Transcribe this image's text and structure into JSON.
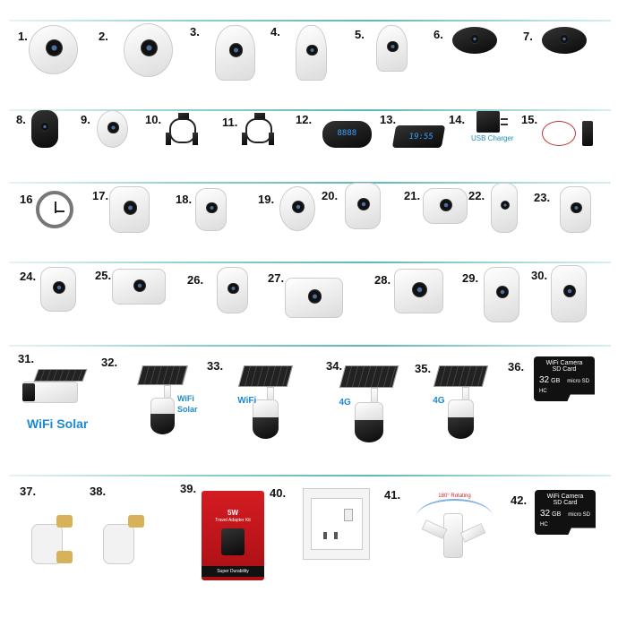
{
  "colors": {
    "separator": "#5fb8b8",
    "label_blue": "#1c8ad0",
    "box_red": "#c0161c"
  },
  "items": [
    {
      "num": "1.",
      "icon": "fisheye-ceiling-camera-icon"
    },
    {
      "num": "2.",
      "icon": "panoramic-ceiling-camera-icon"
    },
    {
      "num": "3.",
      "icon": "bulb-camera-icon"
    },
    {
      "num": "4.",
      "icon": "bulb-socket-camera-icon"
    },
    {
      "num": "5.",
      "icon": "bulb-ptz-camera-icon"
    },
    {
      "num": "6.",
      "icon": "mini-magnetic-camera-icon"
    },
    {
      "num": "7.",
      "icon": "mini-magnetic-camera-icon"
    },
    {
      "num": "8.",
      "icon": "mini-cube-camera-icon"
    },
    {
      "num": "9.",
      "icon": "mini-ring-camera-icon"
    },
    {
      "num": "10.",
      "icon": "cable-adapter-icon"
    },
    {
      "num": "11.",
      "icon": "cable-adapter-icon"
    },
    {
      "num": "12.",
      "icon": "alarm-clock-camera-icon",
      "text": "8888"
    },
    {
      "num": "13.",
      "icon": "desk-clock-camera-icon",
      "text": "19:55"
    },
    {
      "num": "14.",
      "icon": "usb-charger-icon",
      "text": "USB Charger"
    },
    {
      "num": "15.",
      "icon": "diy-module-camera-icon"
    },
    {
      "num": "16",
      "icon": "wall-clock-camera-icon"
    },
    {
      "num": "17.",
      "icon": "ptz-indoor-camera-icon"
    },
    {
      "num": "18.",
      "icon": "ptz-indoor-camera-icon"
    },
    {
      "num": "19.",
      "icon": "dome-camera-icon"
    },
    {
      "num": "20.",
      "icon": "ptz-indoor-camera-icon"
    },
    {
      "num": "21.",
      "icon": "wall-mount-camera-icon"
    },
    {
      "num": "22.",
      "icon": "cube-camera-icon"
    },
    {
      "num": "23.",
      "icon": "cube-camera-icon"
    },
    {
      "num": "24.",
      "icon": "ptz-indoor-camera-icon"
    },
    {
      "num": "25.",
      "icon": "bullet-camera-icon"
    },
    {
      "num": "26.",
      "icon": "outdoor-ptz-camera-icon"
    },
    {
      "num": "27.",
      "icon": "bullet-camera-icon"
    },
    {
      "num": "28.",
      "icon": "bullet-camera-icon"
    },
    {
      "num": "29.",
      "icon": "outdoor-ptz-camera-icon"
    },
    {
      "num": "30.",
      "icon": "outdoor-ptz-camera-icon"
    },
    {
      "num": "31.",
      "icon": "solar-bullet-camera-icon",
      "text": "WiFi Solar"
    },
    {
      "num": "32.",
      "icon": "solar-ptz-camera-icon",
      "text": "WiFi",
      "text2": "Solar"
    },
    {
      "num": "33.",
      "icon": "solar-ptz-camera-icon",
      "text": "WiFi"
    },
    {
      "num": "34.",
      "icon": "solar-ptz-camera-icon",
      "text": "4G"
    },
    {
      "num": "35.",
      "icon": "solar-ptz-camera-icon",
      "text": "4G"
    },
    {
      "num": "36.",
      "icon": "sd-card-icon",
      "text": "WiFi Camera",
      "text2": "SD Card",
      "capacity": "32",
      "unit": "GB",
      "brand": "micro SD HC"
    },
    {
      "num": "37.",
      "icon": "bulb-socket-adapter-icon"
    },
    {
      "num": "38.",
      "icon": "lamp-holder-icon"
    },
    {
      "num": "39.",
      "icon": "travel-adapter-box-icon",
      "text": "5W",
      "text2": "Travel Adapter Kit",
      "text3": "Super Durability"
    },
    {
      "num": "40.",
      "icon": "wall-socket-icon"
    },
    {
      "num": "41.",
      "icon": "wall-mount-bracket-icon",
      "text": "180° Rotating"
    },
    {
      "num": "42.",
      "icon": "sd-card-icon",
      "text": "WiFi Camera",
      "text2": "SD Card",
      "capacity": "32",
      "unit": "GB",
      "brand": "micro SD HC"
    }
  ]
}
